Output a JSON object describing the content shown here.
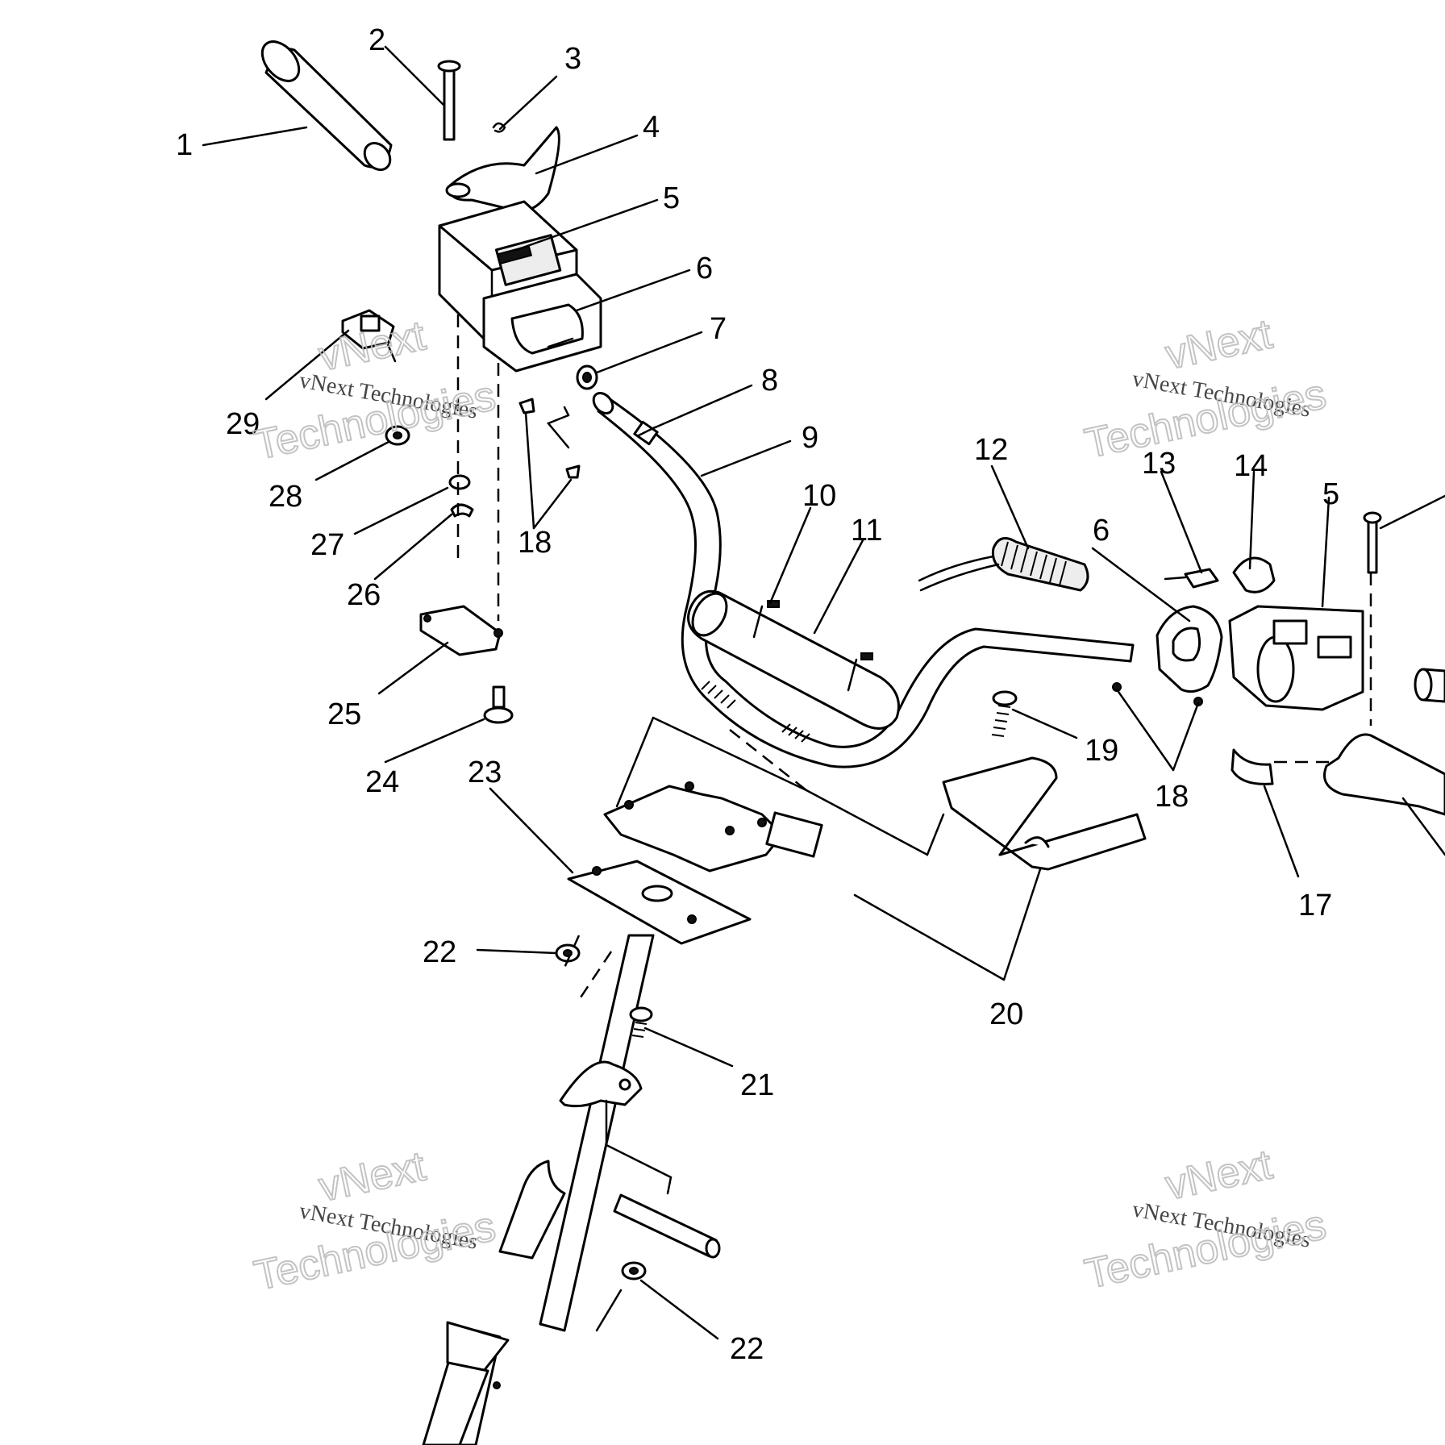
{
  "callouts": [
    "1",
    "2",
    "3",
    "4",
    "5",
    "6",
    "7",
    "8",
    "9",
    "10",
    "11",
    "12",
    "13",
    "14",
    "5",
    "6",
    "17",
    "18",
    "18",
    "19",
    "20",
    "21",
    "22",
    "22",
    "23",
    "24",
    "25",
    "26",
    "27",
    "28",
    "29"
  ],
  "watermark": {
    "small": "vNext Technologies",
    "big_line1": "vNext",
    "big_line2": "Technologies"
  }
}
